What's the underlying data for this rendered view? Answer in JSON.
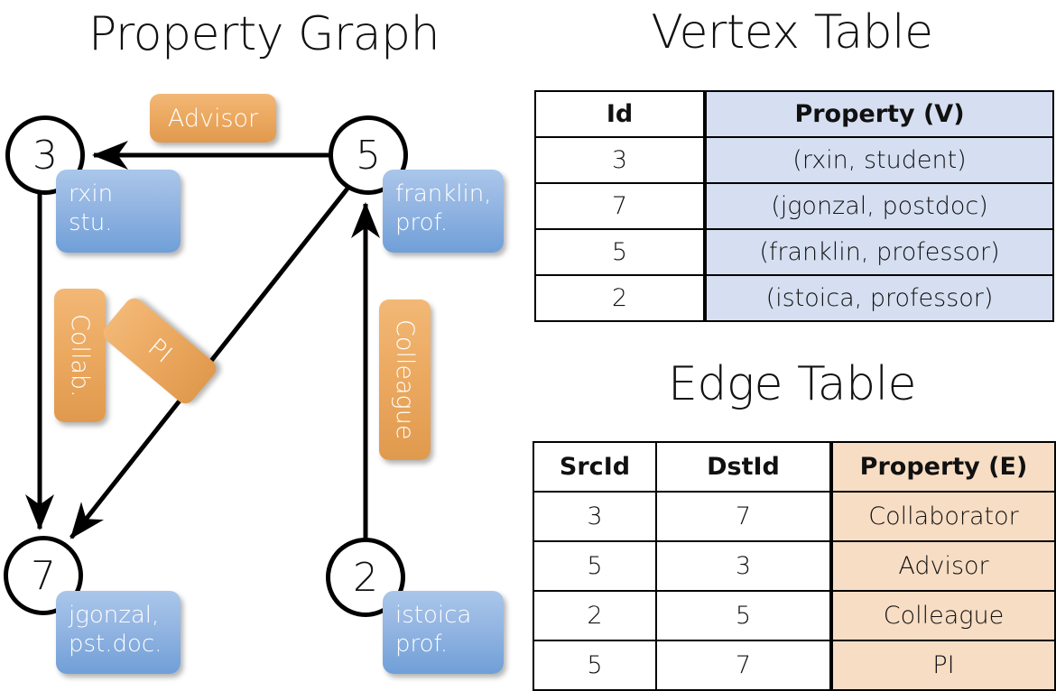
{
  "titles": {
    "property_graph": "Property Graph",
    "vertex_table": "Vertex Table",
    "edge_table": "Edge Table"
  },
  "colors": {
    "vertex_property_fill": "#d5dff1",
    "edge_property_fill": "#f7ddc4",
    "node_box_blue": "#6f9fd8",
    "edge_label_orange": "#e09a4e",
    "stroke": "#000000",
    "background": "#ffffff"
  },
  "graph": {
    "nodes": [
      {
        "id": "3",
        "property_line1": "rxin",
        "property_line2": "stu."
      },
      {
        "id": "5",
        "property_line1": "franklin,",
        "property_line2": "prof."
      },
      {
        "id": "7",
        "property_line1": "jgonzal,",
        "property_line2": "pst.doc."
      },
      {
        "id": "2",
        "property_line1": "istoica",
        "property_line2": "prof."
      }
    ],
    "edge_labels": [
      {
        "name": "advisor",
        "text": "Advisor",
        "orientation": "horizontal"
      },
      {
        "name": "collab",
        "text": "Collab.",
        "orientation": "vertical"
      },
      {
        "name": "pi",
        "text": "PI",
        "orientation": "diagonal"
      },
      {
        "name": "colleague",
        "text": "Colleague",
        "orientation": "vertical"
      }
    ],
    "edges": [
      {
        "src": "5",
        "dst": "3",
        "label": "Advisor"
      },
      {
        "src": "3",
        "dst": "7",
        "label": "Collab."
      },
      {
        "src": "5",
        "dst": "7",
        "label": "PI"
      },
      {
        "src": "2",
        "dst": "5",
        "label": "Colleague"
      }
    ]
  },
  "vertex_table": {
    "headers": [
      "Id",
      "Property (V)"
    ],
    "rows": [
      [
        "3",
        "(rxin, student)"
      ],
      [
        "7",
        "(jgonzal, postdoc)"
      ],
      [
        "5",
        "(franklin, professor)"
      ],
      [
        "2",
        "(istoica, professor)"
      ]
    ]
  },
  "edge_table": {
    "headers": [
      "SrcId",
      "DstId",
      "Property (E)"
    ],
    "rows": [
      [
        "3",
        "7",
        "Collaborator"
      ],
      [
        "5",
        "3",
        "Advisor"
      ],
      [
        "2",
        "5",
        "Colleague"
      ],
      [
        "5",
        "7",
        "PI"
      ]
    ]
  }
}
